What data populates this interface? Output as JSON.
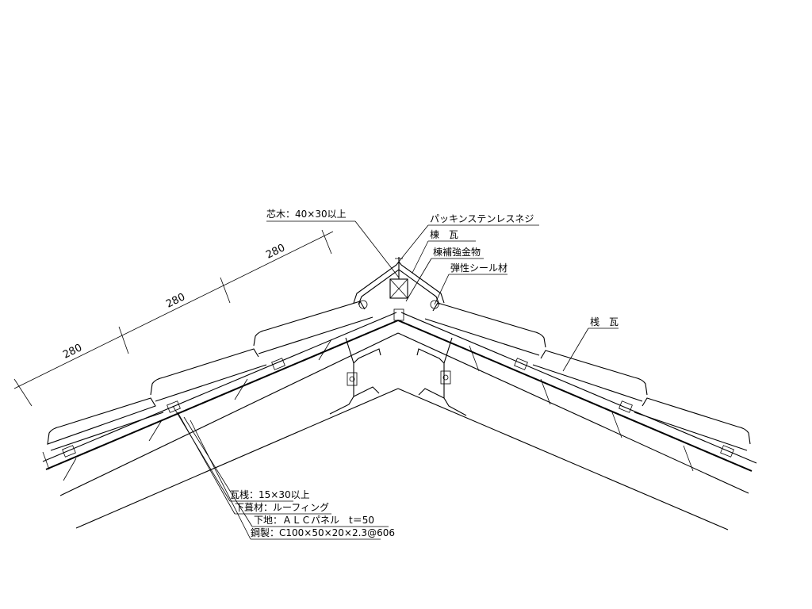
{
  "labels": {
    "core_wood": "芯木：40×30以上",
    "packing_screw": "パッキンステンレスネジ",
    "ridge_tile": "棟　瓦",
    "ridge_bracket": "棟補強金物",
    "sealant": "弾性シール材",
    "field_tile": "桟　瓦",
    "batten": "瓦桟：15×30以上",
    "underlay": "下葺材：ルーフィング",
    "substrate": "下地：ＡＬＣパネル　t＝50",
    "purlin": "鋼製：C100×50×20×2.3@606"
  },
  "dimensions": [
    "280",
    "280",
    "280"
  ]
}
